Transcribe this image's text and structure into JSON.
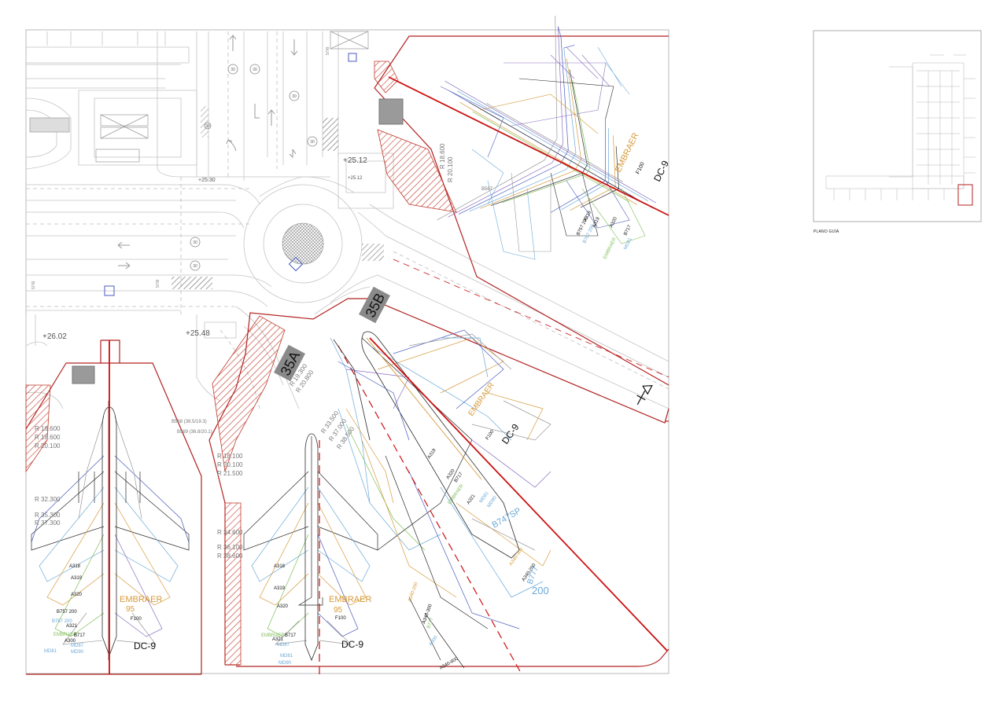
{
  "colors": {
    "frame": "#b0b0b0",
    "road": "#c8c8c8",
    "boundary": "#b22222",
    "centerline": "#cc1111",
    "hatch": "#c0392b",
    "stand_badge": "#777777",
    "aircraft_palette": [
      "#2b2b2b",
      "#4a5bbd",
      "#6aa9d8",
      "#d79a3a",
      "#7fbf5a",
      "#8a6fc0",
      "#999999"
    ]
  },
  "levels": {
    "l1": "+25.12",
    "l2": "+25.12",
    "l3": "+25.30",
    "l4": "+25.48",
    "l5": "+26.02"
  },
  "speed_signs": [
    "30",
    "30",
    "30",
    "30",
    "30",
    "30",
    "30"
  ],
  "bus_marks": [
    "BUS",
    "BUS",
    "BUS"
  ],
  "stands": {
    "s35a": "35A",
    "s35b": "35B"
  },
  "radii": {
    "top_r1": "R 18.600",
    "top_r2": "R 20.100",
    "a_r1": "R 19.300",
    "a_r2": "R 20.800",
    "b_r1": "R 33.500",
    "b_r2": "R 37.000",
    "b_r3": "R 38.500",
    "m_r1": "R 18.100",
    "m_r2": "R 20.100",
    "m_r3": "R 21.500",
    "m_r4": "R 34.600",
    "m_r5": "R 36.100",
    "m_r6": "R 38.600",
    "l_r1": "R 16.600",
    "l_r2": "R 18.600",
    "l_r3": "R 20.100",
    "l_r4": "R 32.300",
    "l_r5": "R 35.300",
    "l_r6": "R 37.300"
  },
  "small_notes": {
    "b567": "B567",
    "b568": "B568 (38.5/19.3)",
    "b569": "B569 (36.8/20.1)"
  },
  "aircraft": {
    "dc9": "DC-9",
    "embraer": "EMBRAER",
    "e95": "95",
    "f100": "F100",
    "a318": "A318",
    "a319": "A319",
    "a320": "A320",
    "a321": "A321",
    "b757": "B757 200",
    "b767": "B767 200",
    "b717": "B717",
    "a300": "A300",
    "md81": "MD81",
    "md87": "MD87",
    "md90": "MD90",
    "b747sp": "B747SP",
    "a340_200": "A340-200",
    "a340_300": "A340-300",
    "a340_600": "A340-600",
    "b777": "B777",
    "n200": "200",
    "embraer_short": "EMBRAER"
  },
  "guide": {
    "caption": "PLANO GUÍA"
  }
}
